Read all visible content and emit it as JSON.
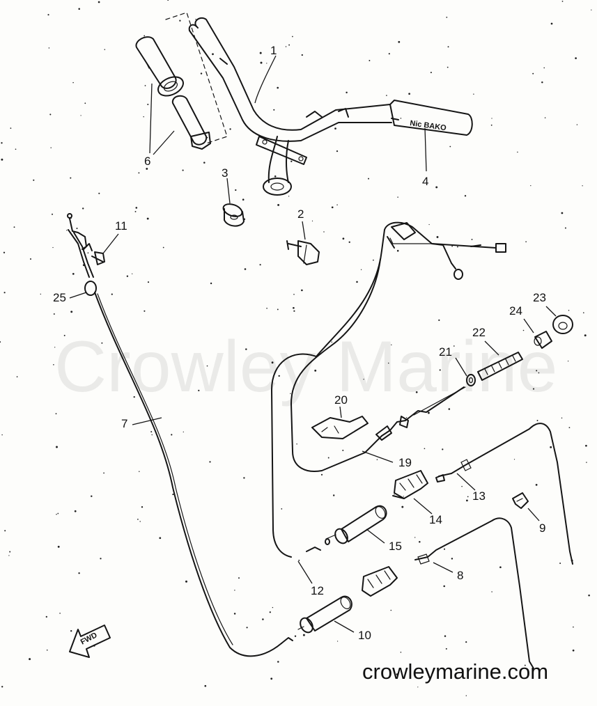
{
  "diagram": {
    "watermark": "Crowley Marine",
    "site_text": "crowleymarine.com",
    "fwd_badge": "FWD",
    "part_labels": {
      "p1": "1",
      "p2": "2",
      "p3": "3",
      "p4": "4",
      "p6": "6",
      "p7": "7",
      "p8": "8",
      "p9": "9",
      "p10": "10",
      "p11": "11",
      "p12": "12",
      "p13": "13",
      "p14": "14",
      "p15": "15",
      "p19": "19",
      "p20": "20",
      "p21": "21",
      "p22": "22",
      "p23": "23",
      "p24": "24",
      "p25": "25"
    },
    "grip_marking": "Nic BAKO"
  }
}
